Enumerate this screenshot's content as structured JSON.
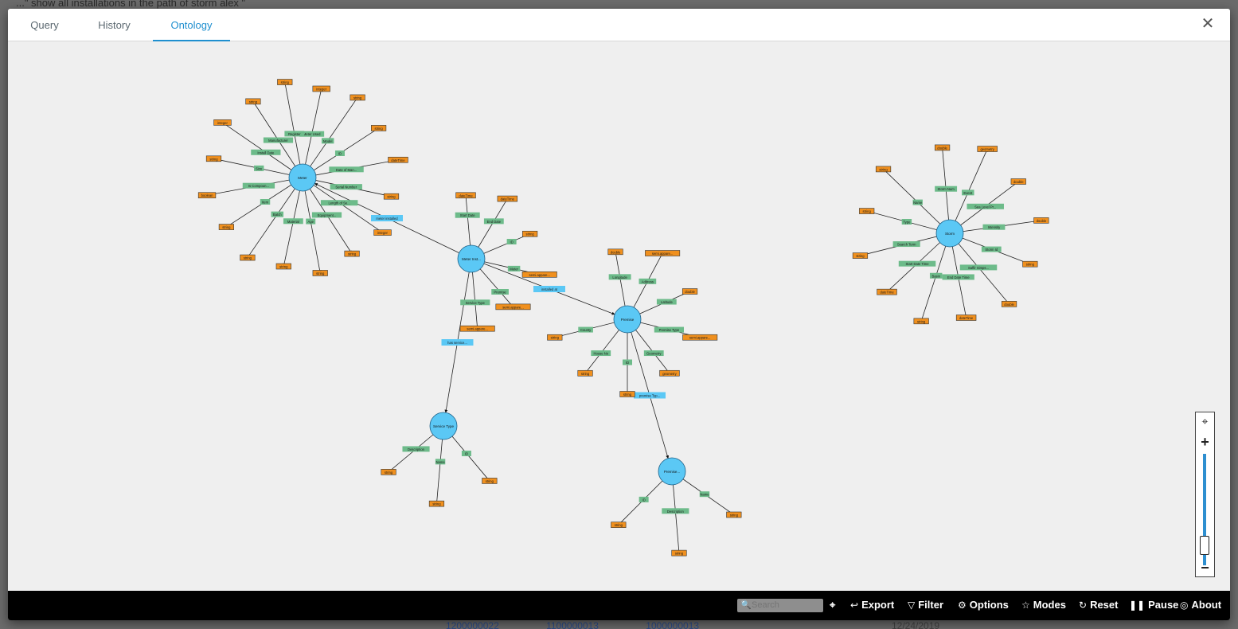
{
  "background": {
    "top_text": "...\" show all installations in the path of storm alex \"",
    "bottom_cells": [
      "1200000022",
      "1100000013",
      "1000000013"
    ],
    "bottom_date": "12/24/2019"
  },
  "tabs": [
    {
      "label": "Query",
      "active": false
    },
    {
      "label": "History",
      "active": false
    },
    {
      "label": "Ontology",
      "active": true
    }
  ],
  "footer": {
    "search_placeholder": "Search",
    "export_label": "Export",
    "filter_label": "Filter",
    "options_label": "Options",
    "modes_label": "Modes",
    "reset_label": "Reset",
    "pause_label": "Pause",
    "about_label": "About"
  },
  "colors": {
    "class_node": "#5bc8f5",
    "property": "#6dbb8a",
    "datatype": "#f0901e",
    "relation": "#5bc8f5",
    "accent": "#1f8fcf"
  },
  "graph": {
    "classes": [
      {
        "id": "meter",
        "label": "Meter"
      },
      {
        "id": "meterinst",
        "label": "Meter Inst..."
      },
      {
        "id": "premise",
        "label": "Premise"
      },
      {
        "id": "servicetype",
        "label": "Service Type"
      },
      {
        "id": "premise2",
        "label": "Premise..."
      },
      {
        "id": "storm",
        "label": "Storm"
      }
    ],
    "relations": [
      {
        "label": "meter installed",
        "from": "meterinst",
        "to": "meter"
      },
      {
        "label": "installed at",
        "from": "meterinst",
        "to": "premise"
      },
      {
        "label": "has service...",
        "from": "meterinst",
        "to": "servicetype"
      },
      {
        "label": "premise Typ...",
        "from": "premise",
        "to": "premise2"
      }
    ],
    "properties": {
      "meter": [
        [
          "Meter Used",
          "integer"
        ],
        [
          "Model",
          "string"
        ],
        [
          "ID",
          "string"
        ],
        [
          "Date of Man...",
          "dateTime"
        ],
        [
          "Serial Number",
          "string"
        ],
        [
          "Length of Se...",
          "integer"
        ],
        [
          "Equipment...",
          "string"
        ],
        [
          "Age",
          "string"
        ],
        [
          "Material",
          "string"
        ],
        [
          "Batch",
          "string"
        ],
        [
          "Item",
          "string"
        ],
        [
          "Is Compoun...",
          "boolean"
        ],
        [
          "Size",
          "string"
        ],
        [
          "Install Date",
          "integer"
        ],
        [
          "Manufacturer",
          "string"
        ],
        [
          "Register",
          "string"
        ]
      ],
      "meterinst": [
        [
          "Start Date",
          "dateTime"
        ],
        [
          "End Date",
          "dateTime"
        ],
        [
          "ID",
          "string"
        ],
        [
          "Meter",
          "semi.appare..."
        ],
        [
          "Premise",
          "semi.appare..."
        ],
        [
          "Service Type",
          "semi.appare..."
        ]
      ],
      "premise": [
        [
          "Longitude",
          "double"
        ],
        [
          "Address",
          "semi.appare..."
        ],
        [
          "Latitude",
          "double"
        ],
        [
          "Premise Type",
          "semi.appare..."
        ],
        [
          "Geometry",
          "geometry"
        ],
        [
          "ID",
          "string"
        ],
        [
          "House No",
          "string"
        ],
        [
          "County",
          "string"
        ]
      ],
      "servicetype": [
        [
          "Description",
          "string"
        ],
        [
          "Name",
          "string"
        ],
        [
          "ID",
          "string"
        ]
      ],
      "premise2": [
        [
          "Name",
          "string"
        ],
        [
          "Description",
          "string"
        ],
        [
          "ID",
          "string"
        ]
      ],
      "storm": [
        [
          "Storm Num",
          "double"
        ],
        [
          "Event",
          "geometry"
        ],
        [
          "Sea Level Pr...",
          "double"
        ],
        [
          "Intensity",
          "double"
        ],
        [
          "Storm Id",
          "string"
        ],
        [
          "Saffir Simps...",
          "double"
        ],
        [
          "End Date Time",
          "dateTime"
        ],
        [
          "Basin",
          "string"
        ],
        [
          "Start Date Time",
          "dateTime"
        ],
        [
          "Search Term",
          "string"
        ],
        [
          "Type",
          "string"
        ],
        [
          "Name",
          "string"
        ]
      ]
    }
  }
}
